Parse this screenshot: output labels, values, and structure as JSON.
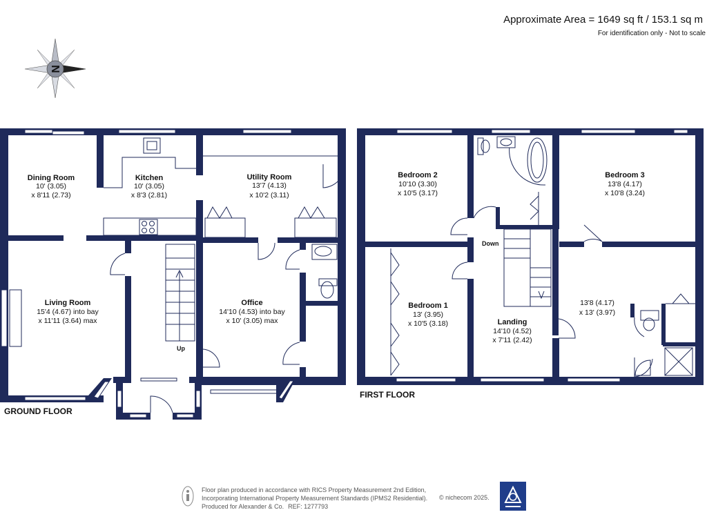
{
  "header": {
    "approx_area": "Approximate Area = 1649 sq ft / 153.1 sq m",
    "disclaimer": "For identification only - Not to scale"
  },
  "compass": {
    "letter": "N"
  },
  "floors": {
    "ground": {
      "label": "GROUND FLOOR",
      "rooms": {
        "dining": {
          "name": "Dining Room",
          "line1": "10' (3.05)",
          "line2": "x 8'11 (2.73)"
        },
        "kitchen": {
          "name": "Kitchen",
          "line1": "10' (3.05)",
          "line2": "x 8'3 (2.81)"
        },
        "utility": {
          "name": "Utility Room",
          "line1": "13'7 (4.13)",
          "line2": "x 10'2 (3.11)"
        },
        "living": {
          "name": "Living Room",
          "line1": "15'4 (4.67) into bay",
          "line2": "x 11'11 (3.64) max"
        },
        "office": {
          "name": "Office",
          "line1": "14'10 (4.53) into bay",
          "line2": "x 10' (3.05) max"
        }
      },
      "stairs_label": "Up"
    },
    "first": {
      "label": "FIRST FLOOR",
      "rooms": {
        "bedroom2": {
          "name": "Bedroom 2",
          "line1": "10'10 (3.30)",
          "line2": "x 10'5 (3.17)"
        },
        "bedroom3": {
          "name": "Bedroom 3",
          "line1": "13'8 (4.17)",
          "line2": "x 10'8 (3.24)"
        },
        "bedroom1": {
          "name": "Bedroom 1",
          "line1": "13' (3.95)",
          "line2": "x 10'5 (3.18)"
        },
        "landing": {
          "name": "Landing",
          "line1": "14'10 (4.52)",
          "line2": "x 7'11 (2.42)"
        },
        "bedroom4": {
          "line1": "13'8 (4.17)",
          "line2": "x 13' (3.97)"
        }
      },
      "stairs_label": "Down"
    }
  },
  "footer": {
    "line1": "Floor plan produced in accordance with RICS Property Measurement 2nd Edition,",
    "line2": "Incorporating International Property Measurement Standards (IPMS2 Residential).",
    "line3": "Produced for Alexander & Co.",
    "ref": "REF: 1277793",
    "copyright": "© nichecom 2025."
  },
  "colors": {
    "wall": "#1f2a5a",
    "logo": "#1f3d8a",
    "compass": "#8a8f9c"
  }
}
